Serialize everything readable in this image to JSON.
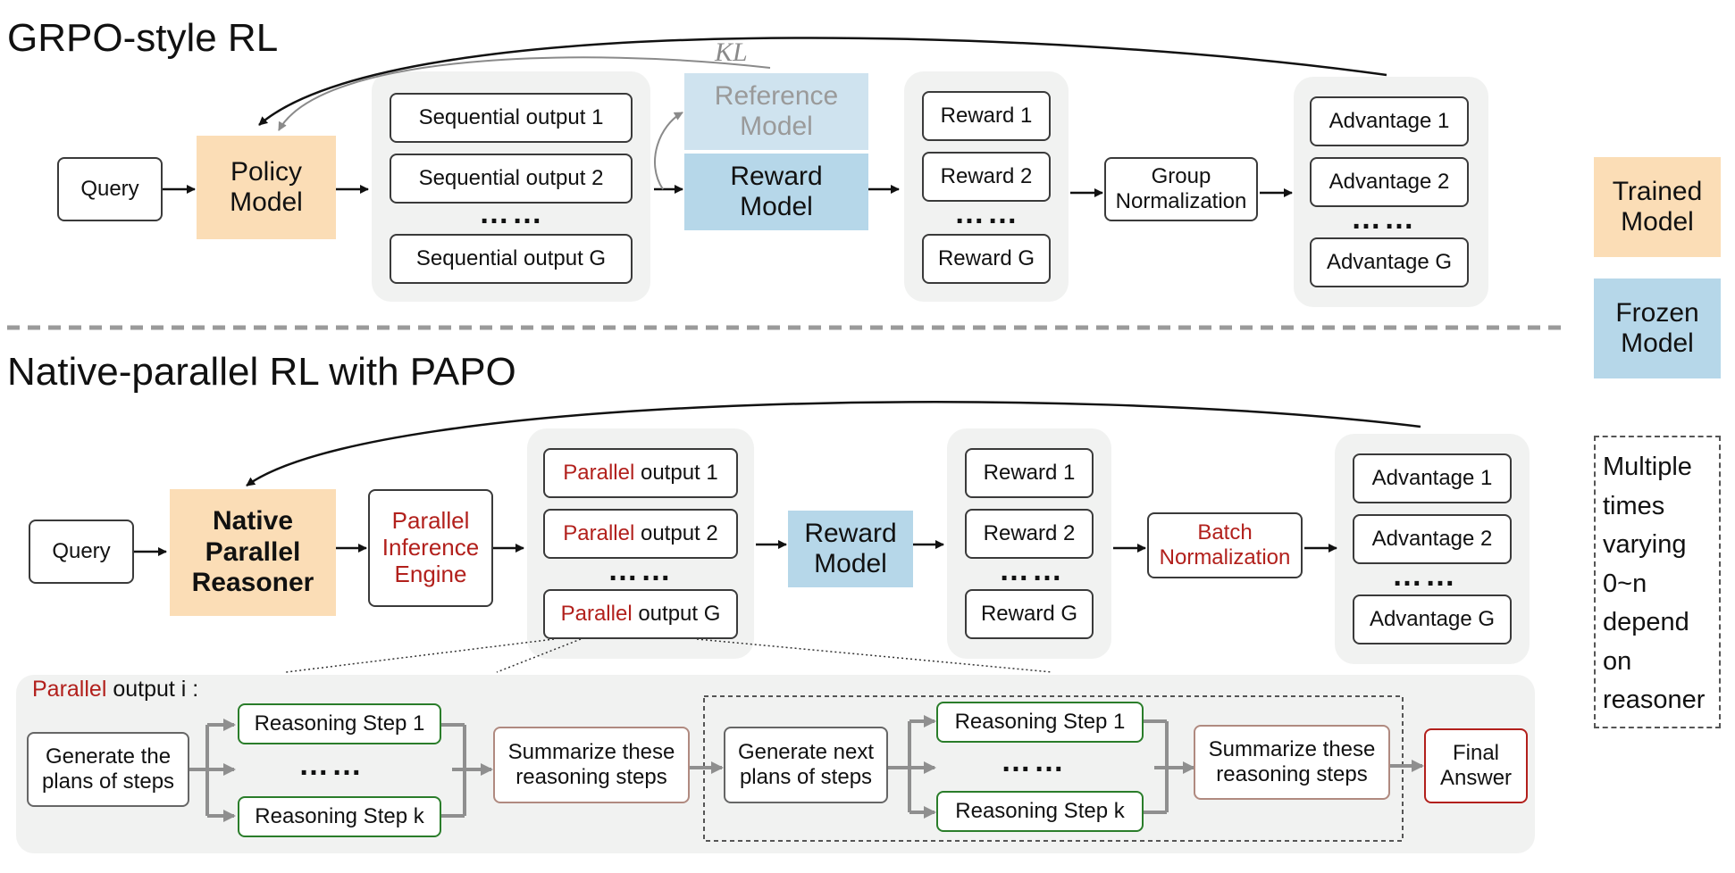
{
  "top": {
    "title": "GRPO-style RL",
    "query": "Query",
    "policy_model": "Policy Model",
    "kl": "KL",
    "sequential_outputs": [
      "Sequential output 1",
      "Sequential output 2",
      "Sequential output G"
    ],
    "ellipsis": "……",
    "reference_model": "Reference Model",
    "reward_model": "Reward Model",
    "rewards": [
      "Reward 1",
      "Reward 2",
      "Reward G"
    ],
    "group_norm": "Group Normalization",
    "advantages": [
      "Advantage 1",
      "Advantage 2",
      "Advantage G"
    ]
  },
  "bottom": {
    "title": "Native-parallel RL with PAPO",
    "query": "Query",
    "reasoner": "Native Parallel Reasoner",
    "engine": "Parallel Inference Engine",
    "parallel_word": "Parallel",
    "parallel_outputs": [
      "output 1",
      "output 2",
      "output G"
    ],
    "reward_model": "Reward Model",
    "rewards": [
      "Reward 1",
      "Reward 2",
      "Reward G"
    ],
    "batch_norm": "Batch Normalization",
    "advantages": [
      "Advantage 1",
      "Advantage 2",
      "Advantage G"
    ]
  },
  "detail": {
    "label_rest": "output i :",
    "generate_plans": "Generate the plans of steps",
    "step_first": "Reasoning Step 1",
    "step_last": "Reasoning Step k",
    "summarize": "Summarize these reasoning steps",
    "generate_next": "Generate next plans of steps",
    "final_answer": "Final Answer"
  },
  "legend": {
    "trained": "Trained Model",
    "frozen": "Frozen Model",
    "multiple": "Multiple times varying 0~n depend on reasoner"
  },
  "colors": {
    "trained": "#fbddb6",
    "frozen": "#b6d7e9",
    "reference": "#cfe3ef",
    "group_bg": "#f1f2f1",
    "accent_red": "#b2201c",
    "step_green": "#2a7d2a",
    "summary_brown": "#b08a80"
  }
}
